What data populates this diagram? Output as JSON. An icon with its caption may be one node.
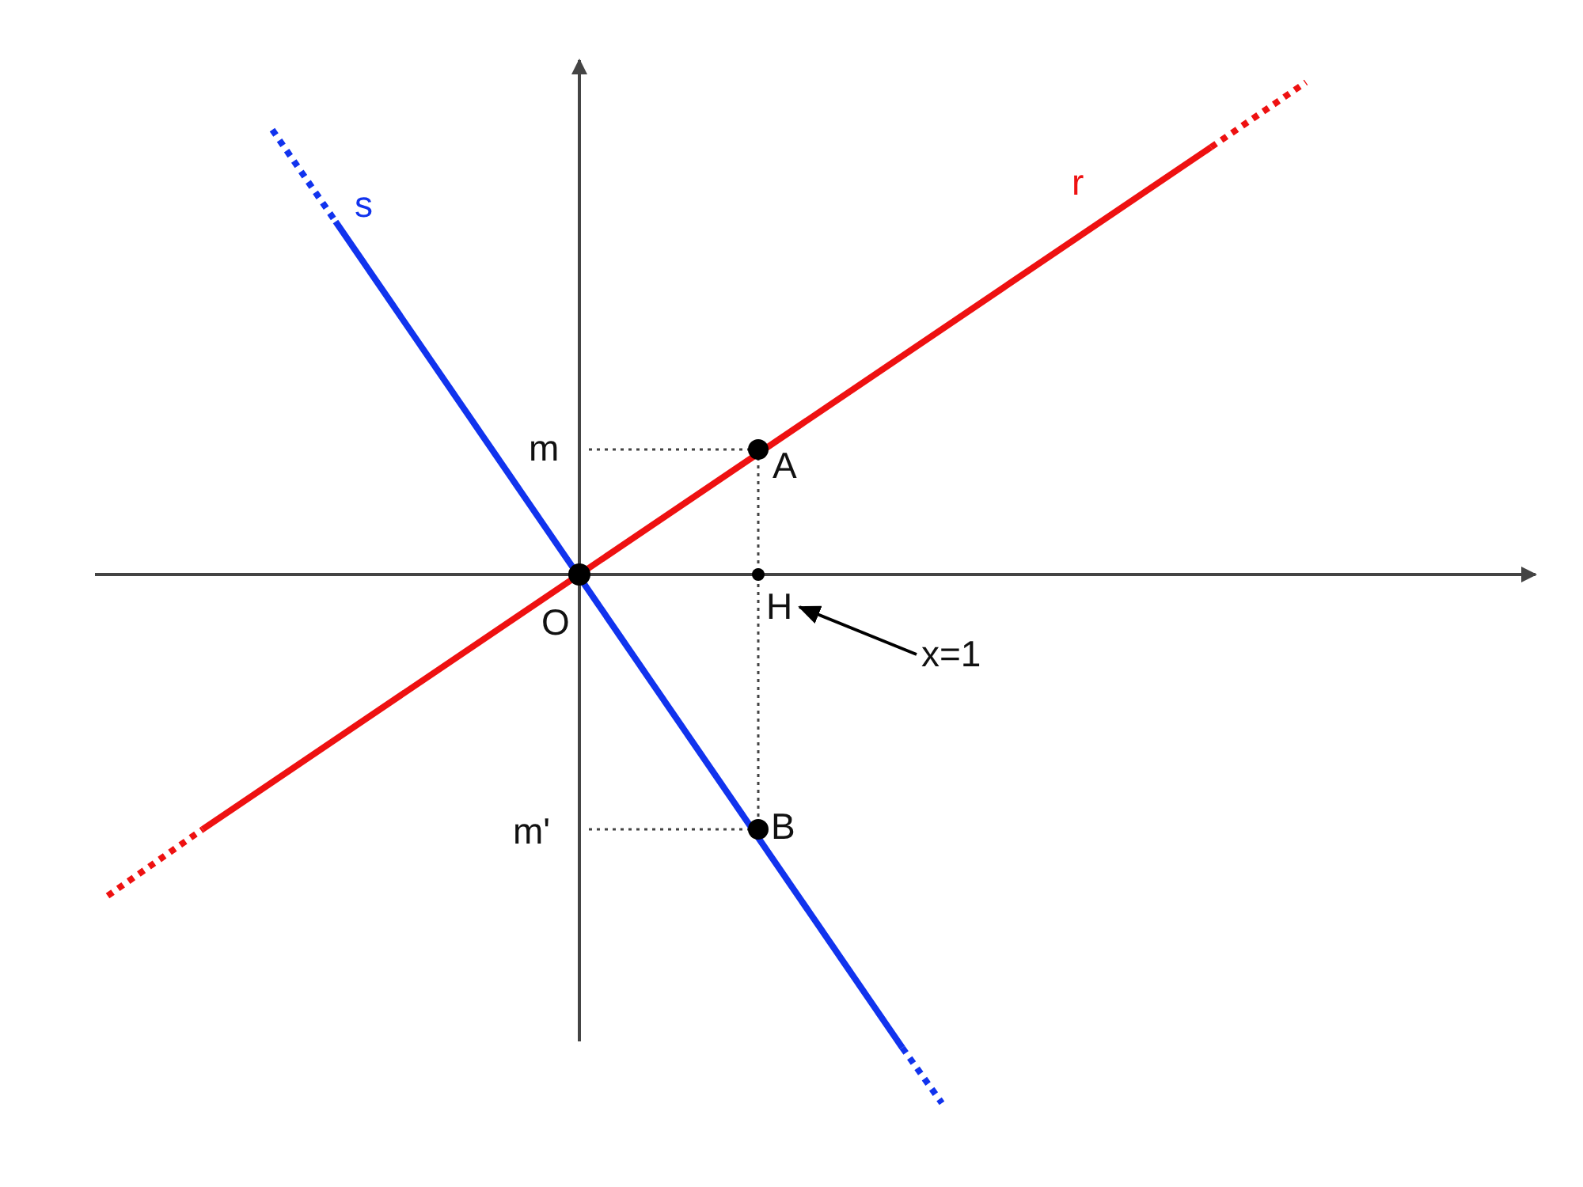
{
  "diagram": {
    "nodes": [
      {
        "text": [
          "x=1"
        ]
      },
      {
        "text": [
          "H"
        ]
      }
    ],
    "edges": [
      {
        "from": 0,
        "to": 1,
        "arrow": "to"
      }
    ],
    "labels": [
      "s",
      "r",
      "m",
      "A",
      "O",
      "m'",
      "B"
    ]
  }
}
